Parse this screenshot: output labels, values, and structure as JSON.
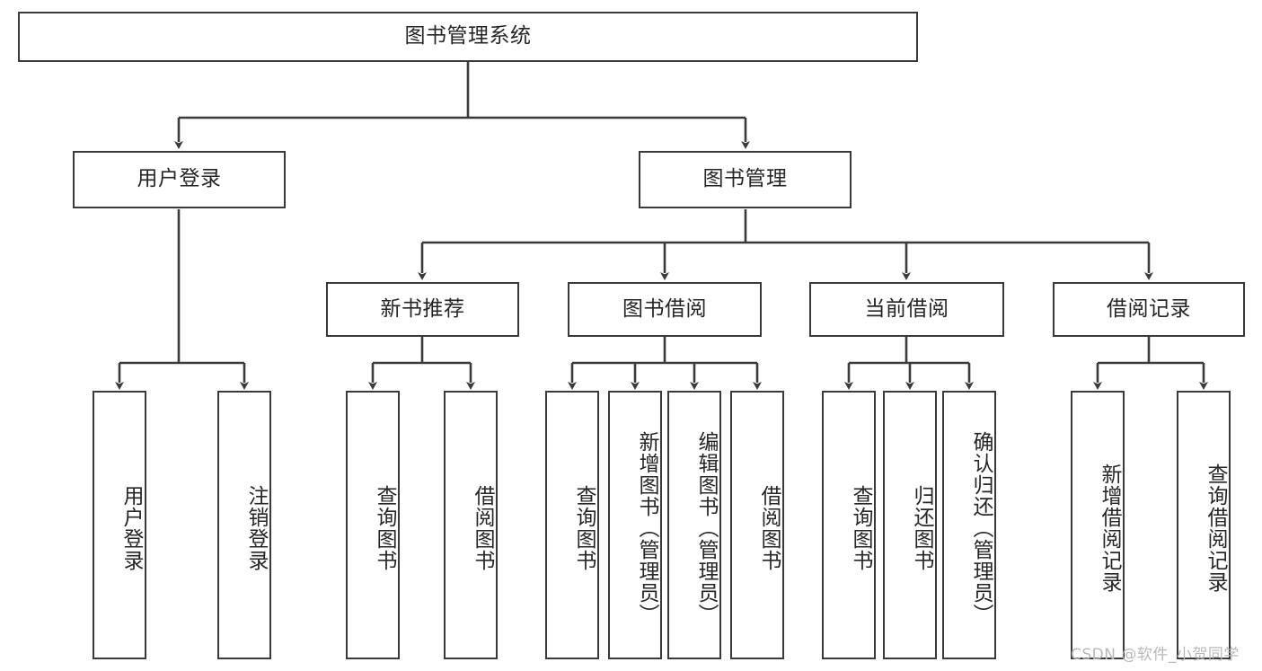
{
  "diagram": {
    "title": "图书管理系统",
    "type": "tree-hierarchy",
    "root": {
      "label": "图书管理系统"
    },
    "level2": [
      {
        "label": "用户登录"
      },
      {
        "label": "图书管理"
      }
    ],
    "level3": [
      {
        "label": "新书推荐"
      },
      {
        "label": "图书借阅"
      },
      {
        "label": "当前借阅"
      },
      {
        "label": "借阅记录"
      }
    ],
    "leaves_user_login": [
      {
        "label": "用户登录"
      },
      {
        "label": "注销登录"
      }
    ],
    "leaves_new_book": [
      {
        "label": "查询图书"
      },
      {
        "label": "借阅图书"
      }
    ],
    "leaves_borrow": [
      {
        "label": "查询图书"
      },
      {
        "label": "新增图书（管理员）"
      },
      {
        "label": "编辑图书（管理员）"
      },
      {
        "label": "借阅图书"
      }
    ],
    "leaves_current": [
      {
        "label": "查询图书"
      },
      {
        "label": "归还图书"
      },
      {
        "label": "确认归还（管理员）"
      }
    ],
    "leaves_record": [
      {
        "label": "新增借阅记录"
      },
      {
        "label": "查询借阅记录"
      }
    ]
  },
  "watermark": {
    "text": "CSDN @软件_小贺同学"
  },
  "colors": {
    "border": "#3a3a3a",
    "text": "#262626",
    "background": "#ffffff",
    "watermark": "#b9b9b9"
  }
}
